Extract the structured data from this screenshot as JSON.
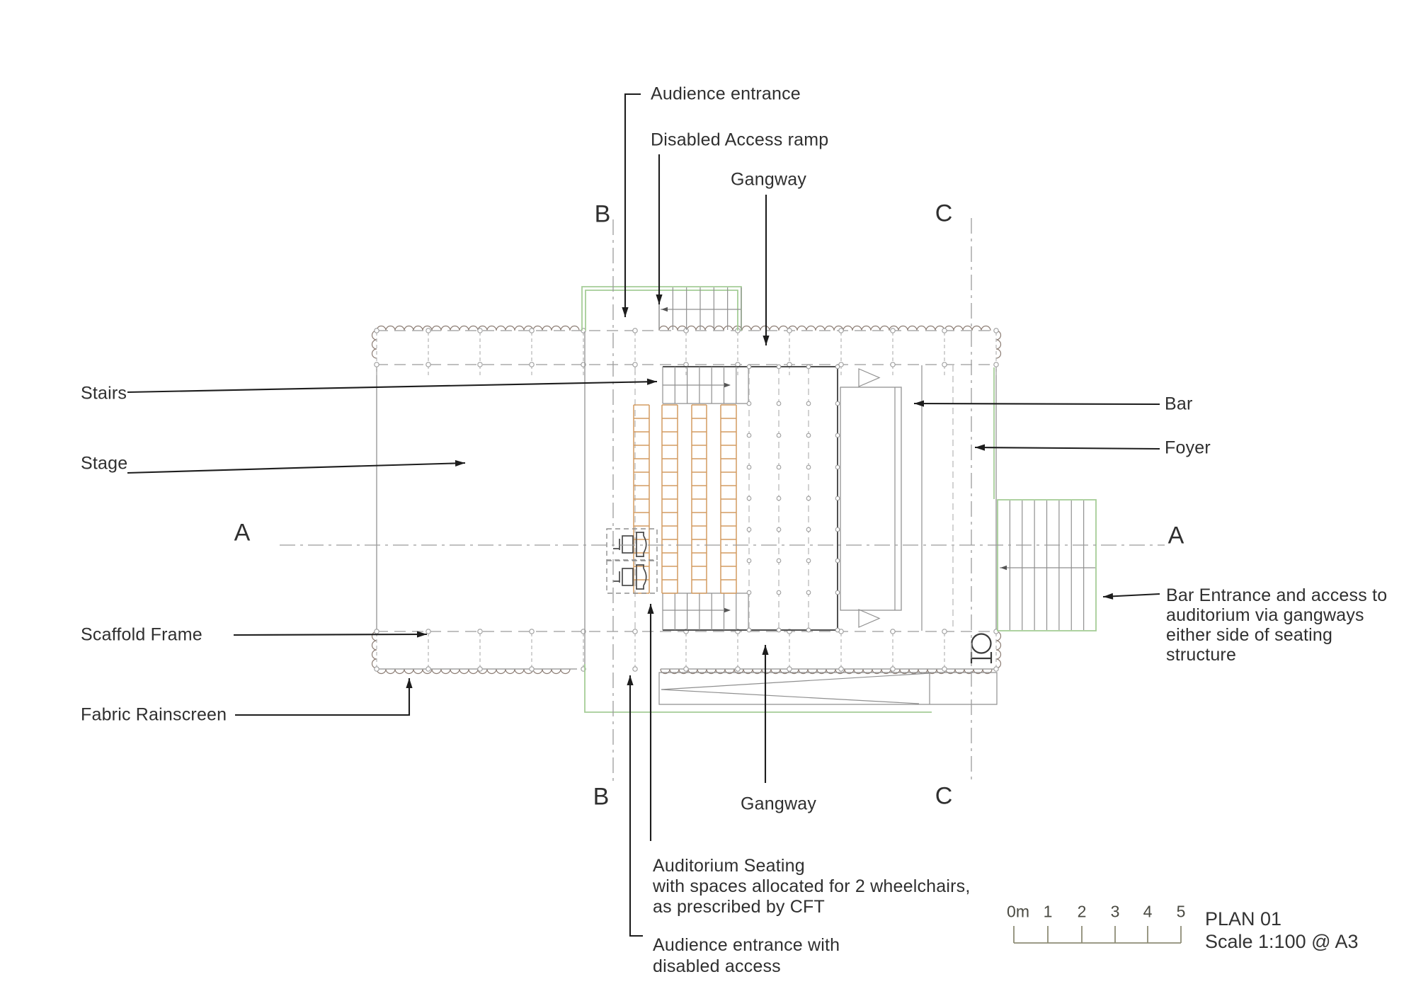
{
  "drawing": {
    "callouts": {
      "audience_entrance": "Audience entrance",
      "disabled_access_ramp": "Disabled Access ramp",
      "gangway_top": "Gangway",
      "gangway_bottom": "Gangway",
      "stairs": "Stairs",
      "stage": "Stage",
      "scaffold_frame": "Scaffold Frame",
      "fabric_rainscreen": "Fabric Rainscreen",
      "bar": "Bar",
      "foyer": "Foyer",
      "bar_entrance": "Bar Entrance and access to\nauditorium via gangways\neither side of seating\nstructure",
      "auditorium_seating": "Auditorium Seating\nwith spaces allocated for 2 wheelchairs,\nas prescribed by CFT",
      "audience_entrance_disabled": "Audience entrance with\ndisabled access"
    },
    "section_markers": {
      "a": "A",
      "b": "B",
      "c": "C"
    },
    "scale_bar": {
      "labels": [
        "0m",
        "1",
        "2",
        "3",
        "4",
        "5"
      ]
    },
    "title_block": {
      "title": "PLAN 01",
      "scale_note": "Scale 1:100 @ A3"
    },
    "colors": {
      "new_work_green": "#a5cd97",
      "seating_orange": "#d49b60",
      "scale_bar_olive": "#8e8c76",
      "linework_gray": "#9a9a9a",
      "leader_black": "#1d1d1d"
    },
    "icons": {
      "wheelchair": "wheelchair-plan-icon",
      "wc_fixture": "wc-fixture-icon",
      "door_swing": "door-swing-icon"
    }
  }
}
